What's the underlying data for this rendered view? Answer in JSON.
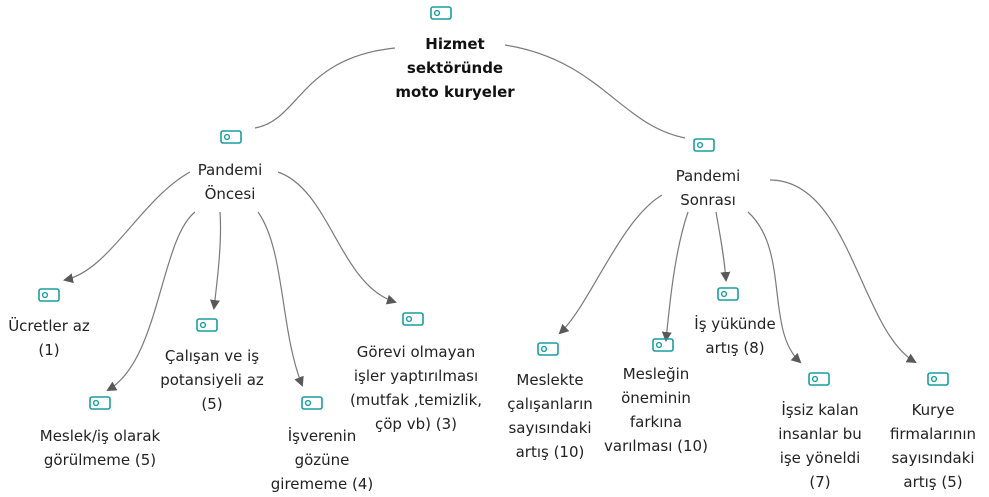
{
  "colors": {
    "icon": "#1a9e9e",
    "edge": "#7a7a7a",
    "arrow": "#595959",
    "text": "#222222"
  },
  "root": {
    "label": "Hizmet\nsektöründe\nmoto kuryeler",
    "icon": "code-icon"
  },
  "branches": {
    "before": {
      "label": "Pandemi\nÖncesi",
      "icon": "code-icon"
    },
    "after": {
      "label": "Pandemi\nSonrası",
      "icon": "code-icon"
    }
  },
  "codes_before": [
    {
      "label": "Ücretler az\n(1)"
    },
    {
      "label": "Meslek/iş olarak\ngörülmeme (5)"
    },
    {
      "label": "Çalışan ve iş\npotansiyeli az\n(5)"
    },
    {
      "label": "İşverenin\ngözüne\ngirememe (4)"
    },
    {
      "label": "Görevi olmayan\nişler yaptırılması\n(mutfak ,temizlik,\nçöp vb) (3)"
    }
  ],
  "codes_after": [
    {
      "label": "Meslekte\nçalışanların\nsayısındaki\nartış (10)"
    },
    {
      "label": "Mesleğin\nöneminin\nfarkına\nvarılması (10)"
    },
    {
      "label": "İş yükünde\nartış (8)"
    },
    {
      "label": "İşsiz kalan\ninsanlar bu\nişe yöneldi\n(7)"
    },
    {
      "label": "Kurye\nfirmalarının\nsayısındaki\nartış (5)"
    }
  ]
}
